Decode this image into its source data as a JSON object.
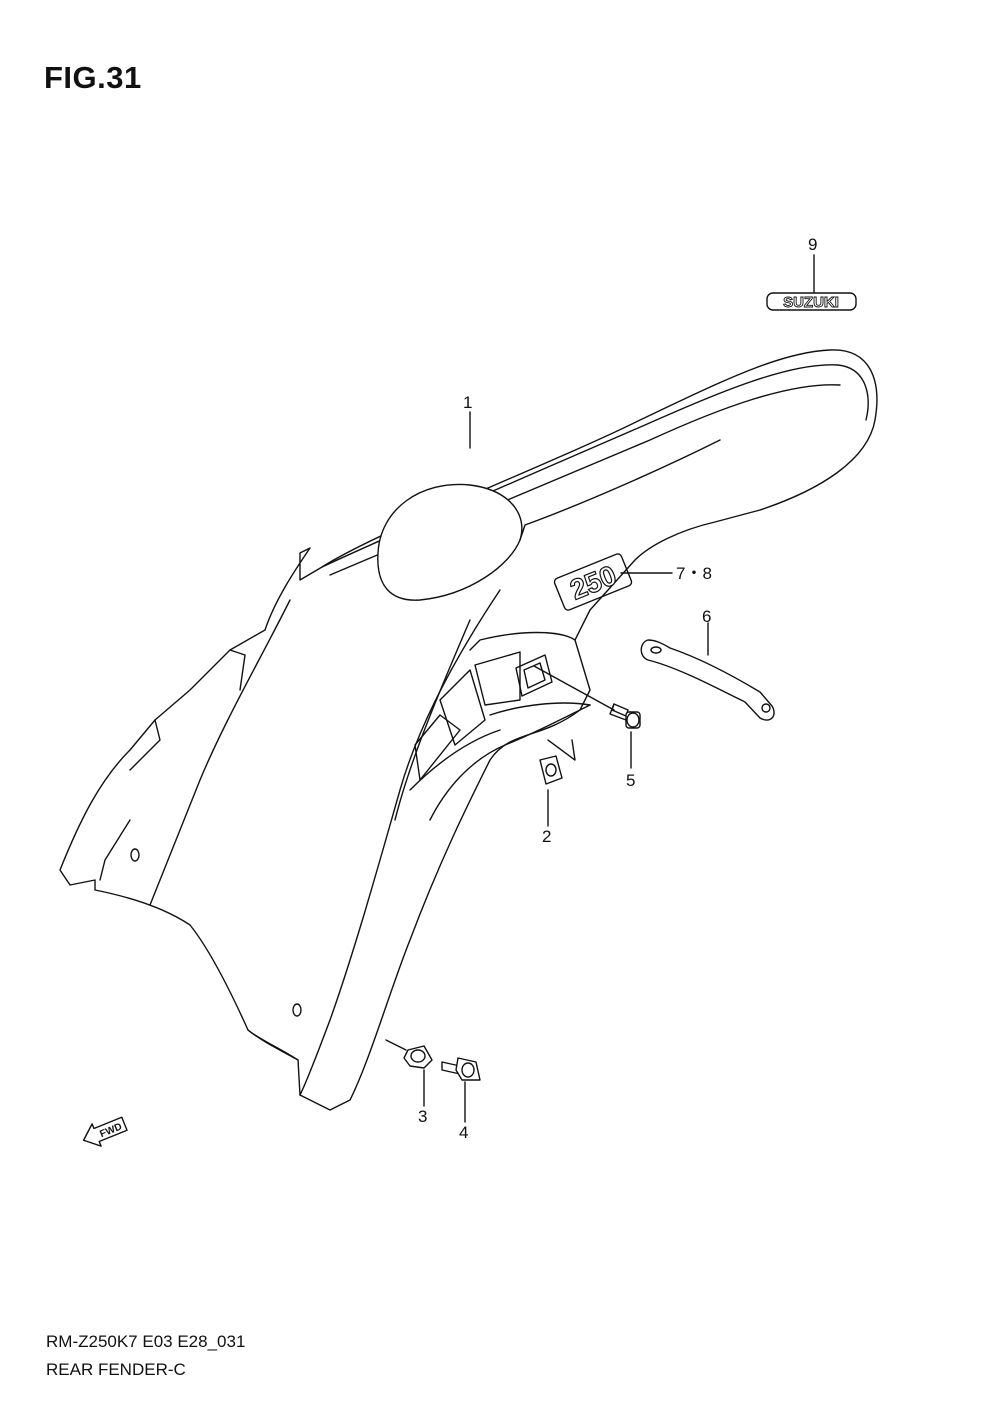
{
  "figure": {
    "title": "FIG.31"
  },
  "footer": {
    "code": "RM-Z250K7 E03 E28_031",
    "name": "REAR FENDER-C"
  },
  "callouts": [
    {
      "id": "c1",
      "label": "1"
    },
    {
      "id": "c2",
      "label": "2"
    },
    {
      "id": "c3",
      "label": "3"
    },
    {
      "id": "c4",
      "label": "4"
    },
    {
      "id": "c5",
      "label": "5"
    },
    {
      "id": "c6",
      "label": "6"
    },
    {
      "id": "c78",
      "label": "7・8"
    },
    {
      "id": "c9",
      "label": "9"
    }
  ],
  "parts": {
    "emblem_text": "SUZUKI",
    "decal_text": "250",
    "fwd_text": "FWD"
  }
}
